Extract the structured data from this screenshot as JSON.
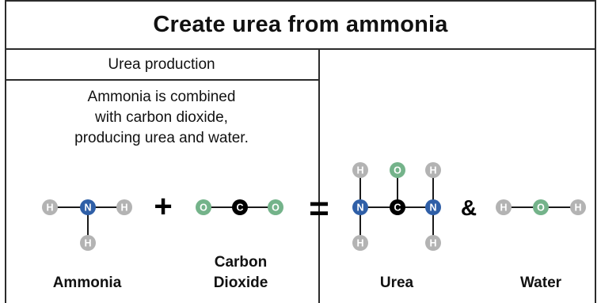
{
  "title": "Create urea from ammonia",
  "panel": {
    "subtitle": "Urea production",
    "description": "Ammonia is combined\nwith carbon dioxide,\nproducing urea and water."
  },
  "operators": {
    "plus": "+",
    "equals": "=",
    "and": "&"
  },
  "labels": {
    "ammonia": "Ammonia",
    "carbon_dioxide_1": "Carbon",
    "carbon_dioxide_2": "Dioxide",
    "urea": "Urea",
    "water": "Water"
  },
  "atoms": {
    "H": "H",
    "N": "N",
    "C": "C",
    "O": "O"
  },
  "colors": {
    "H": "#b3b3b3",
    "N": "#2f5fa7",
    "C": "#000000",
    "O": "#74b38a",
    "bond": "#1a1a1a",
    "border": "#2b2b2b"
  }
}
